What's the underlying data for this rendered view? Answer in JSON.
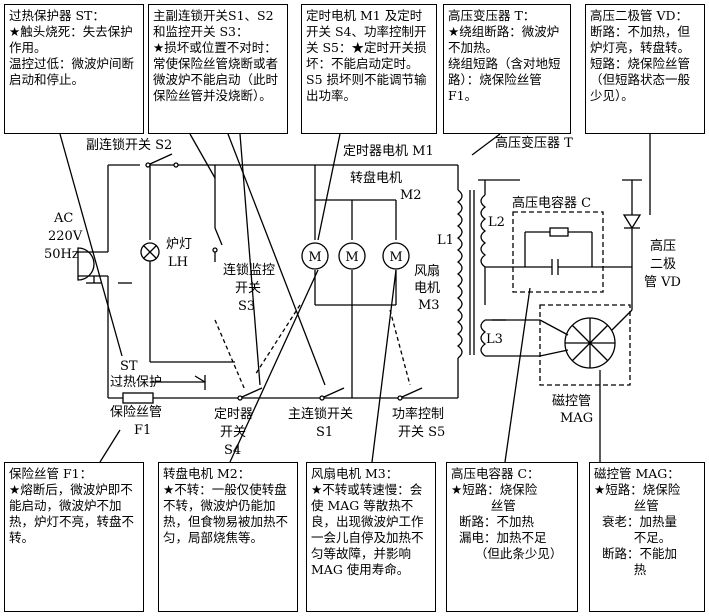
{
  "annotations": {
    "st": "过热保护器 ST：\n★触头烧死：失去保护作用。\n温控过低：微波炉间断启动和停止。",
    "s_switches": "主副连锁开关S1、S2和监控开关 S3：\n★损坏或位置不对时：常使保险丝管烧断或者微波炉不能启动（此时保险丝管并没烧断）。",
    "m1": "定时电机 M1 及定时开关 S4、功率控制开关 S5：★定时开关损坏：不能启动定时。S5 损坏则不能调节输出功率。",
    "t": "高压变压器 T：\n★绕组断路：微波炉不加热。\n绕组短路（含对地短路）：烧保险丝管 F1。",
    "vd": "高压二极管 VD：\n断路：不加热，但炉灯亮，转盘转。\n短路：烧保险丝管（但短路状态一般少见）。",
    "f1": "保险丝管 F1：\n★熔断后，微波炉即不能启动，微波炉不加热，炉灯不亮，转盘不转。",
    "m2": "转盘电机 M2：\n★不转：一般仅使转盘不转，微波炉仍能加热，但食物易被加热不匀，局部烧焦等。",
    "m3": "风扇电机 M3：\n★不转或转速慢：会使 MAG 等散热不良，出现微波炉工作一会儿自停及加热不匀等故障，并影响 MAG 使用寿命。",
    "c": "高压电容器 C：\n★短路：烧保险\n          丝管\n  断路：不加热\n  漏电：加热不足\n      （但此条少见）",
    "mag": "磁控管 MAG：\n★短路：烧保险\n          丝管\n  衰老：加热量\n          不足。\n  断路：不能加\n          热"
  },
  "labels": {
    "s2": "副连锁开关 S2",
    "m1": "定时器电机 M1",
    "m2a": "转盘电机",
    "m2b": "M2",
    "t": "高压变压器 T",
    "c": "高压电容器 C",
    "ac1": "AC",
    "ac2": "220V",
    "ac3": "50Hz",
    "lh1": "炉灯",
    "lh2": "LH",
    "s3a": "连锁监控",
    "s3b": "开关",
    "s3c": "S3",
    "fan1": "风扇",
    "fan2": "电机",
    "fan3": "M3",
    "l1": "L1",
    "l2": "L2",
    "l3": "L3",
    "vd1": "高压",
    "vd2": "二极",
    "vd3": "管 VD",
    "st1": "ST",
    "st2": "过热保护",
    "f1a": "保险丝管",
    "f1b": "F1",
    "s4a": "定时器",
    "s4b": "开关",
    "s4c": "S4",
    "s1a": "主连锁开关",
    "s1b": "S1",
    "s5a": "功率控制",
    "s5b": "开关 S5",
    "mag1": "磁控管",
    "mag2": "MAG",
    "motor_m": "M"
  }
}
